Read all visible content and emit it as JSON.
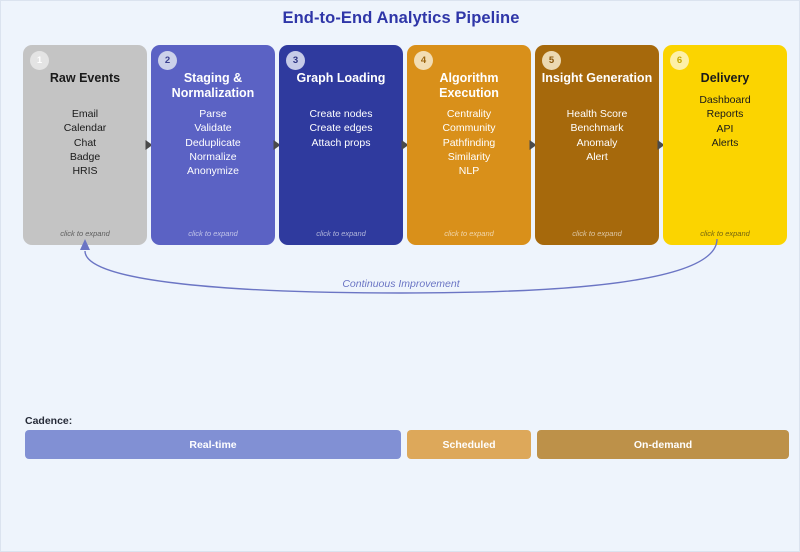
{
  "diagram": {
    "title": "End-to-End Analytics Pipeline",
    "background_color": "#eef4fc",
    "title_color": "#2f36a8"
  },
  "stages": [
    {
      "number": "1",
      "title": "Raw Events",
      "items": [
        "Email",
        "Calendar",
        "Chat",
        "Badge",
        "HRIS"
      ],
      "hint": "click to expand",
      "fill": "#c4c4c4",
      "text_color": "#1a1a1a",
      "badge_fill": "#e4e4e4",
      "badge_text": "#ffffff"
    },
    {
      "number": "2",
      "title": "Staging & Normalization",
      "items": [
        "Parse",
        "Validate",
        "Deduplicate",
        "Normalize",
        "Anonymize"
      ],
      "hint": "click to expand",
      "fill": "#5b62c4",
      "text_color": "#ffffff",
      "badge_fill": "#ccd1ea",
      "badge_text": "#3a3f8f"
    },
    {
      "number": "3",
      "title": "Graph Loading",
      "items": [
        "Create nodes",
        "Create edges",
        "Attach props"
      ],
      "hint": "click to expand",
      "fill": "#2f3a9e",
      "text_color": "#ffffff",
      "badge_fill": "#c6cbe8",
      "badge_text": "#2a3180"
    },
    {
      "number": "4",
      "title": "Algorithm Execution",
      "items": [
        "Centrality",
        "Community",
        "Pathfinding",
        "Similarity",
        "NLP"
      ],
      "hint": "click to expand",
      "fill": "#d9901a",
      "text_color": "#ffffff",
      "badge_fill": "#f2ddb4",
      "badge_text": "#9a6410"
    },
    {
      "number": "5",
      "title": "Insight Generation",
      "items": [
        "Health Score",
        "Benchmark",
        "Anomaly",
        "Alert"
      ],
      "hint": "click to expand",
      "fill": "#a6690c",
      "text_color": "#ffffff",
      "badge_fill": "#ecd9b2",
      "badge_text": "#8a560a"
    },
    {
      "number": "6",
      "title": "Delivery",
      "items": [
        "Dashboard",
        "Reports",
        "API",
        "Alerts"
      ],
      "hint": "click to expand",
      "fill": "#fbd400",
      "text_color": "#1a1a1a",
      "badge_fill": "#fdf0a8",
      "badge_text": "#c7a800"
    }
  ],
  "feedback_loop": {
    "label": "Continuous Improvement",
    "color": "#6b75c4"
  },
  "cadence": {
    "label": "Cadence:",
    "segments": [
      {
        "label": "Real-time",
        "fill": "#8190d4",
        "width": 50
      },
      {
        "label": "Scheduled",
        "fill": "#dda85a",
        "width": 16.5
      },
      {
        "label": "On-demand",
        "fill": "#bd9149",
        "width": 33.5
      }
    ]
  }
}
